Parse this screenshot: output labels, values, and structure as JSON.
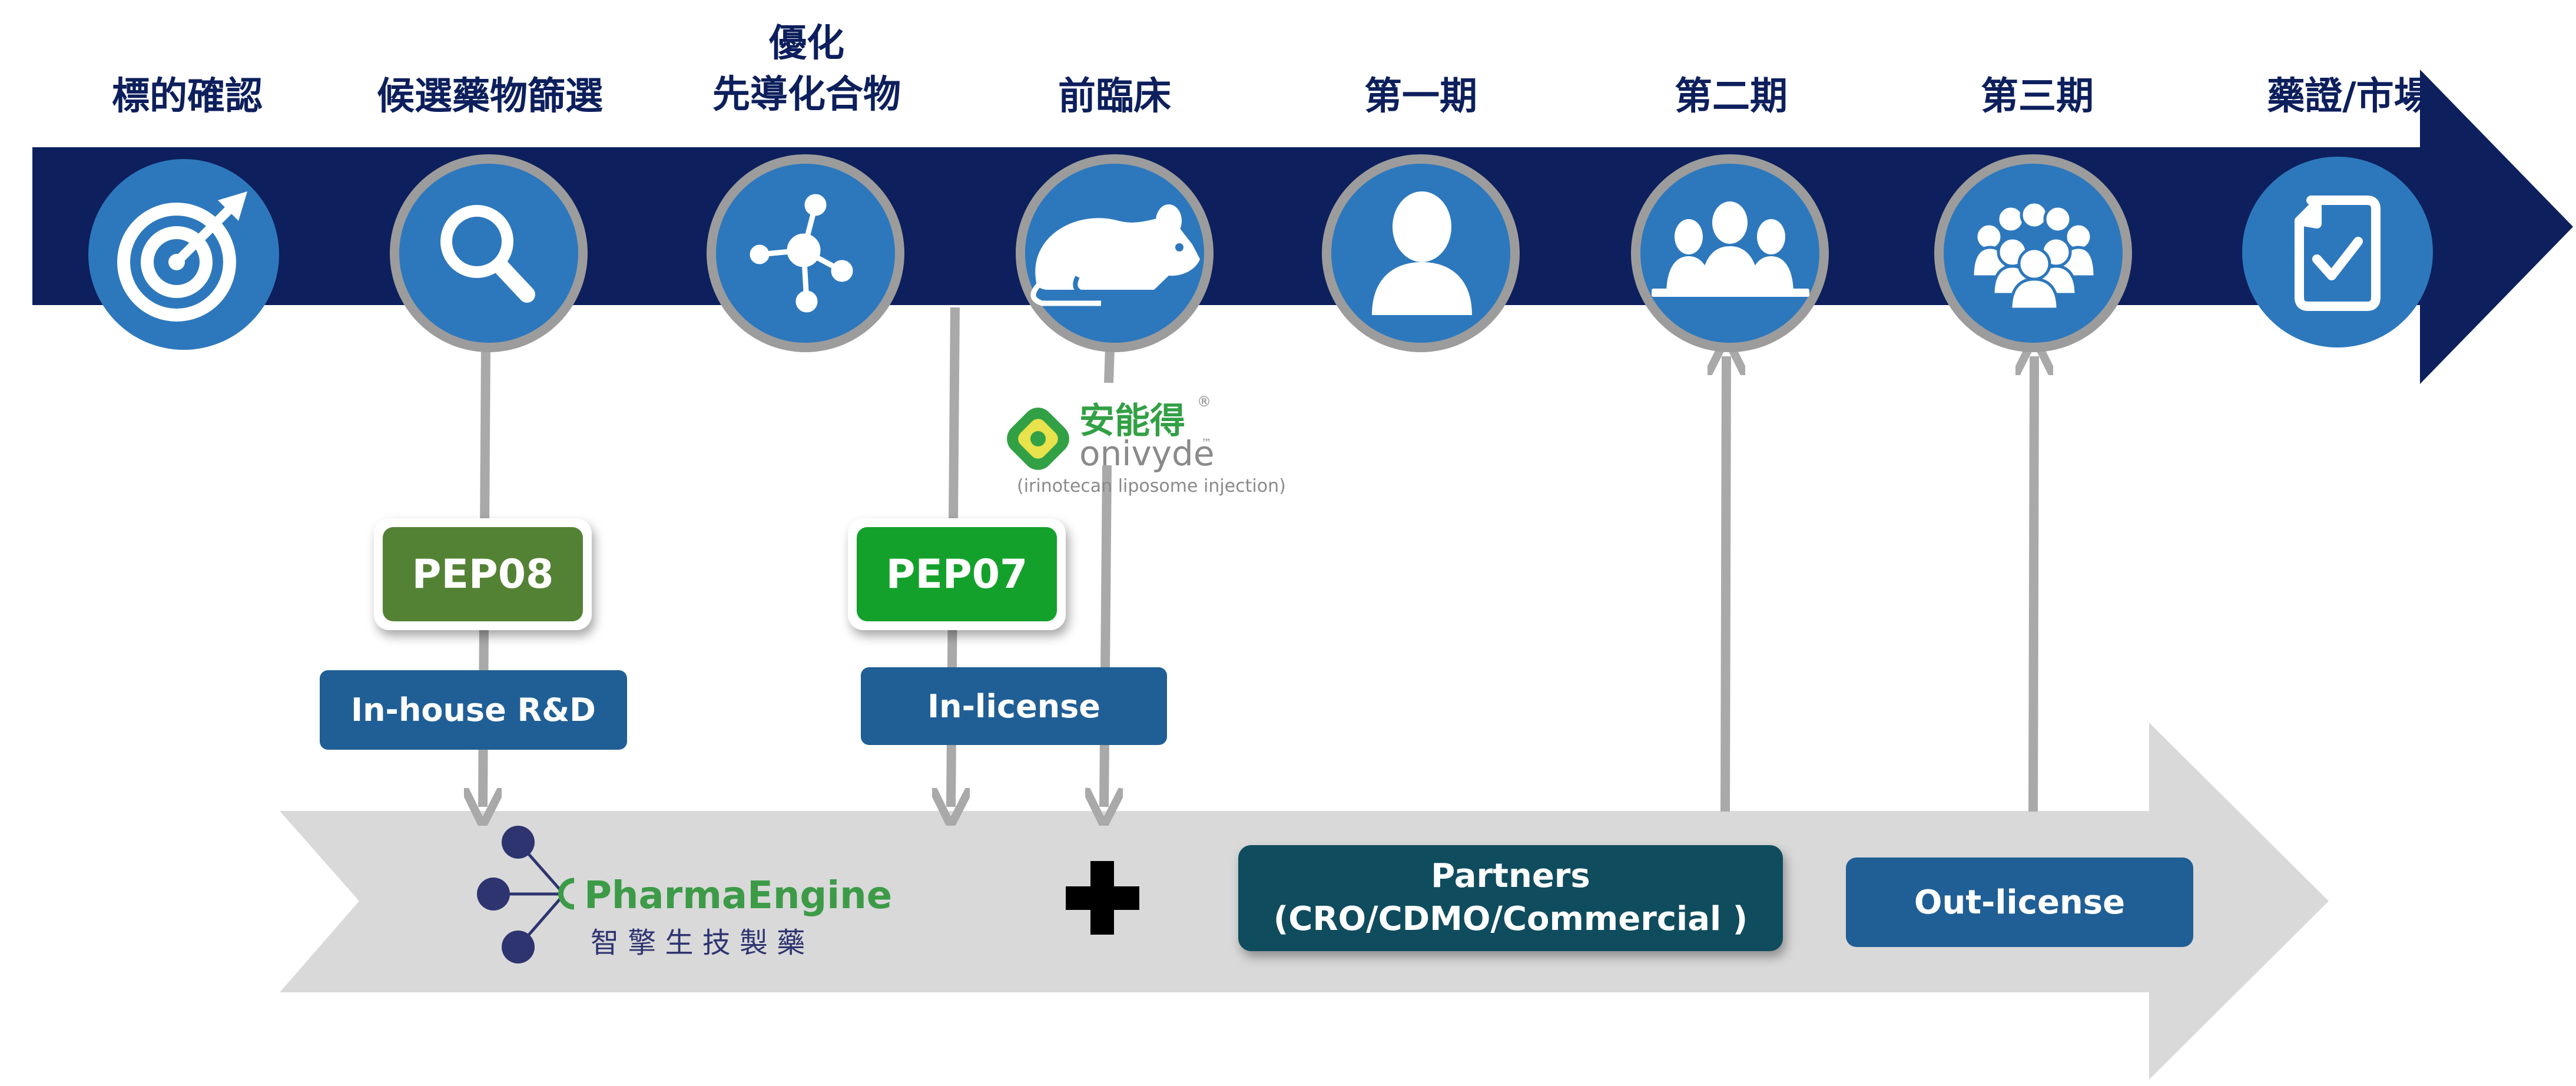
{
  "colors": {
    "timeline_band": "#0d1f5c",
    "stage_circle": "#2d78bd",
    "circle_ring": "#9c9c9c",
    "connector": "#a9a9a9",
    "base_arrow": "#d9d9d9",
    "pep08_green": "#548235",
    "pep07_green": "#14a12b",
    "label_blue": "#205f95",
    "partners_teal": "#0f4c5e",
    "pharma_navy": "#2e3470",
    "pharma_green": "#3d9b48",
    "onivyde_green": "#32a045",
    "onivyde_gray": "#8a8a8a"
  },
  "stages": [
    {
      "label": "標的確認",
      "icon": "target-icon"
    },
    {
      "label": "候選藥物篩選",
      "icon": "magnifier-icon"
    },
    {
      "label_lines": [
        "優化",
        "先導化合物"
      ],
      "icon": "molecule-icon"
    },
    {
      "label": "前臨床",
      "icon": "mouse-icon"
    },
    {
      "label": "第一期",
      "icon": "person-icon"
    },
    {
      "label": "第二期",
      "icon": "group-icon"
    },
    {
      "label": "第三期",
      "icon": "crowd-icon"
    },
    {
      "label": "藥證/市場",
      "icon": "clipboard-check-icon"
    }
  ],
  "assets": {
    "pep08": "PEP08",
    "pep07": "PEP07"
  },
  "sources": {
    "inhouse": "In-house R&D",
    "inlicense": "In-license"
  },
  "onivyde": {
    "chinese": "安能得",
    "registered": "®",
    "name": "onivyde",
    "tm": "™",
    "generic": "(irinotecan liposome injection)"
  },
  "company": {
    "name": "PharmaEngine",
    "chinese": "智 擎 生 技 製 藥"
  },
  "plus_symbol": "+",
  "partners": {
    "line1": "Partners",
    "line2": "(CRO/CDMO/Commercial )"
  },
  "outlicense": "Out-license"
}
